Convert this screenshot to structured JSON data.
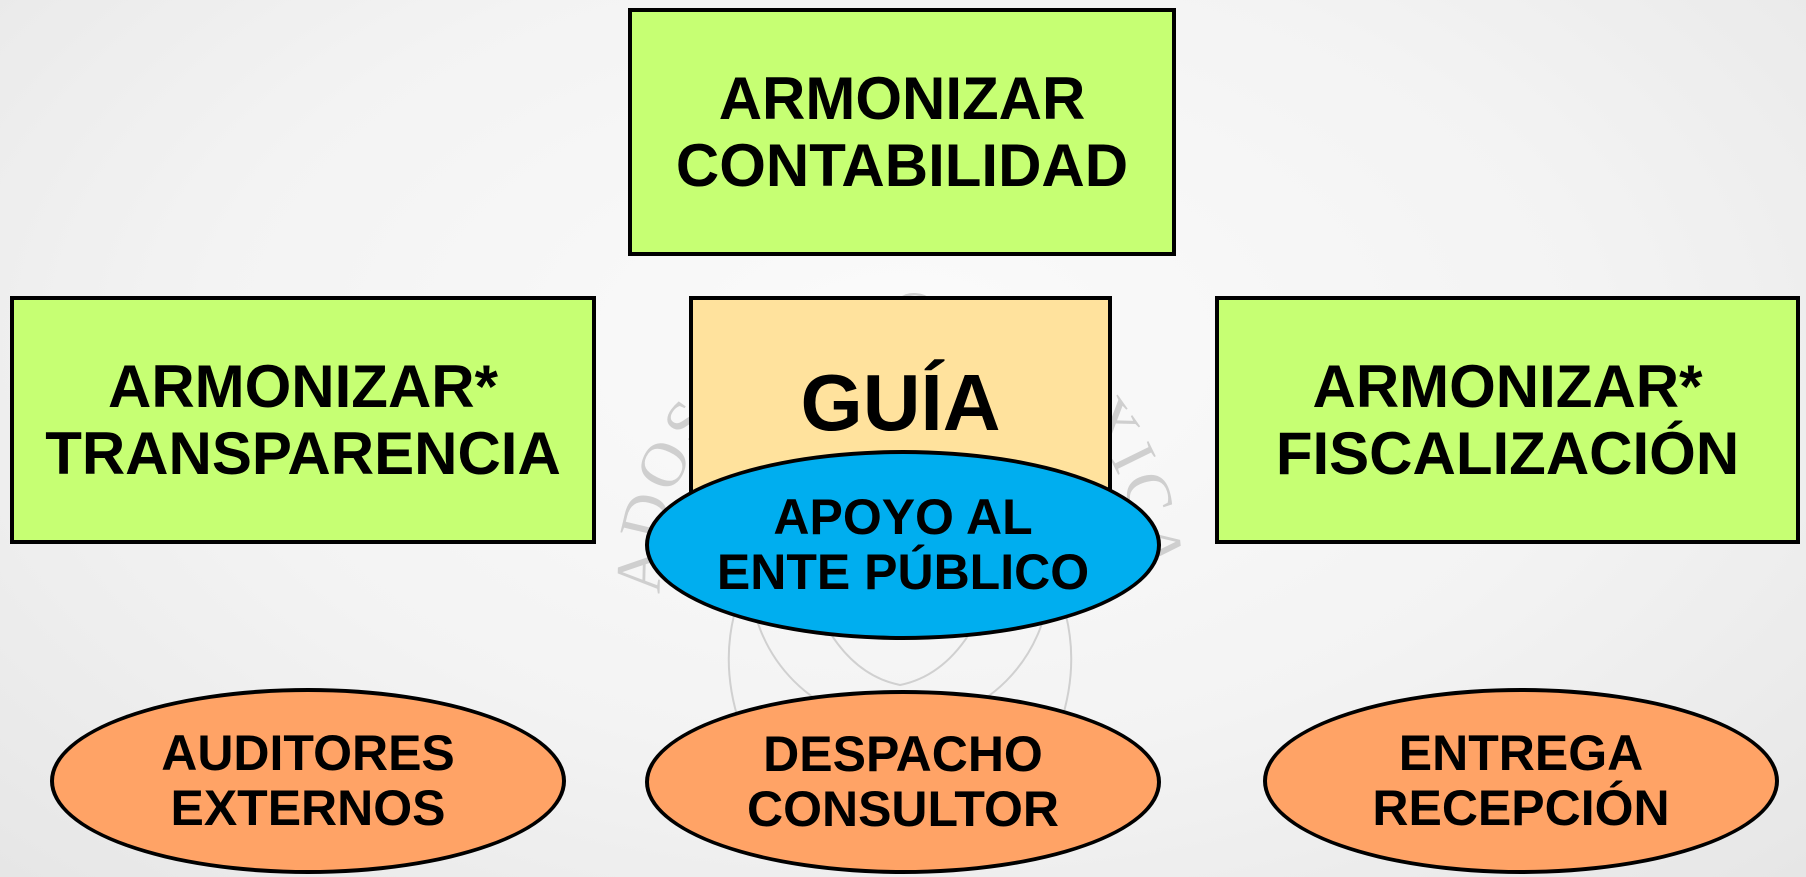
{
  "boxes": {
    "contabilidad": {
      "line1": "ARMONIZAR",
      "line2": "CONTABILIDAD"
    },
    "transparencia": {
      "line1": "ARMONIZAR*",
      "line2": "TRANSPARENCIA"
    },
    "guia": {
      "label": "GUÍA"
    },
    "fiscalizacion": {
      "line1": "ARMONIZAR*",
      "line2": "FISCALIZACIÓN"
    }
  },
  "ellipses": {
    "apoyo": {
      "line1": "APOYO AL",
      "line2": "ENTE PÚBLICO"
    },
    "auditores": {
      "line1": "AUDITORES",
      "line2": "EXTERNOS"
    },
    "despacho": {
      "line1": "DESPACHO",
      "line2": "CONSULTOR"
    },
    "entrega": {
      "line1": "ENTREGA",
      "line2": "RECEPCIÓN"
    }
  },
  "watermark": {
    "text": "ESTADOS UNIDOS MEXICANOS"
  },
  "colors": {
    "green_box": "#c6ff73",
    "tan_box": "#ffe29d",
    "blue_ellipse": "#00aeef",
    "orange_ellipse": "#ffa366",
    "border": "#000000"
  }
}
